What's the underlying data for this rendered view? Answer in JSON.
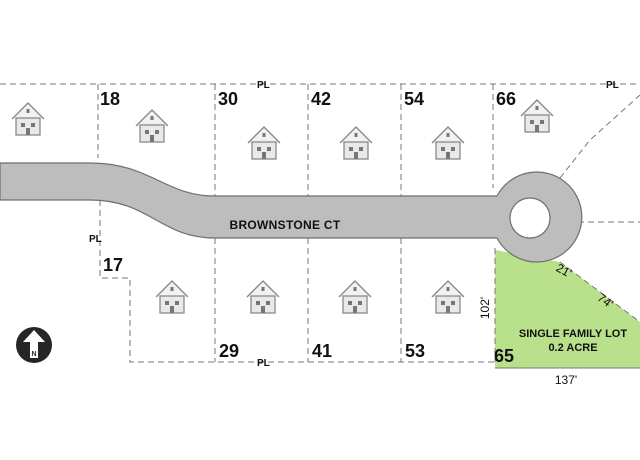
{
  "street": {
    "name": "BROWNSTONE CT",
    "color": "#bdbdbd"
  },
  "property_line_label": "PL",
  "north_arrow": {
    "label": "N",
    "icon": "north-arrow-icon"
  },
  "lots": {
    "top": [
      "18",
      "30",
      "42",
      "54",
      "66"
    ],
    "bottom": [
      "17",
      "29",
      "41",
      "53",
      "65"
    ]
  },
  "highlighted_lot": {
    "number": "65",
    "line1": "SINGLE FAMILY LOT",
    "line2": "0.2 ACRE",
    "color": "#b9e08a",
    "dimensions": {
      "frontage": "21'",
      "side_diagonal": "74'",
      "depth": "102'",
      "rear": "137'"
    }
  },
  "house_icon": "house-icon"
}
